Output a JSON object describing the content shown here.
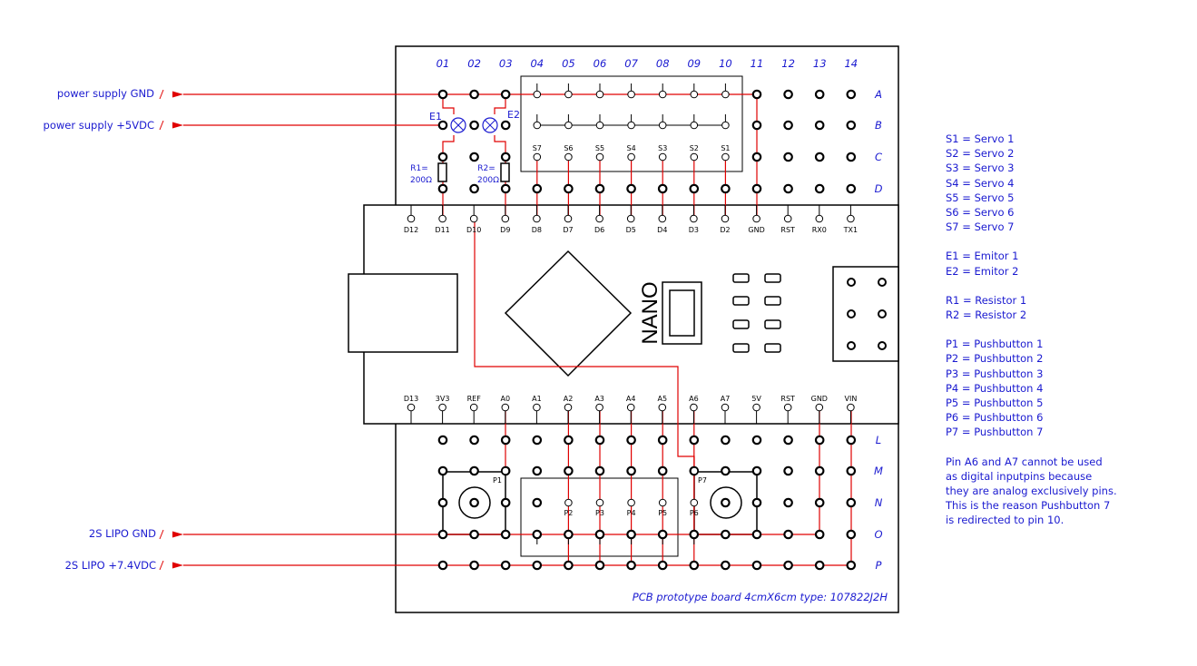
{
  "columns": [
    "01",
    "02",
    "03",
    "04",
    "05",
    "06",
    "07",
    "08",
    "09",
    "10",
    "11",
    "12",
    "13",
    "14"
  ],
  "rows": [
    "A",
    "B",
    "C",
    "D",
    "L",
    "M",
    "N",
    "O",
    "P"
  ],
  "nano_top_pins": [
    "D12",
    "D11",
    "D10",
    "D9",
    "D8",
    "D7",
    "D6",
    "D5",
    "D4",
    "D3",
    "D2",
    "GND",
    "RST",
    "RX0",
    "TX1"
  ],
  "nano_bottom_pins": [
    "D13",
    "3V3",
    "REF",
    "A0",
    "A1",
    "A2",
    "A3",
    "A4",
    "A5",
    "A6",
    "A7",
    "5V",
    "RST",
    "GND",
    "VIN"
  ],
  "nano_label": "NANO",
  "servo_labels": [
    "S7",
    "S6",
    "S5",
    "S4",
    "S3",
    "S2",
    "S1"
  ],
  "pushbutton_labels": [
    "P2",
    "P3",
    "P4",
    "P5",
    "P6"
  ],
  "p1_label": "P1",
  "p7_label": "P7",
  "emitters": {
    "e1": "E1",
    "e2": "E2"
  },
  "resistors": {
    "r1": "R1=",
    "r2": "R2=",
    "value": "200Ω"
  },
  "power_inputs": {
    "supply_gnd": "power supply GND",
    "supply_5v": "power supply +5VDC",
    "lipo_gnd": "2S LIPO GND",
    "lipo_74v": "2S LIPO +7.4VDC"
  },
  "board_caption": "PCB prototype board 4cmX6cm type: 107822J2H",
  "legend": {
    "servos": [
      "S1 = Servo 1",
      "S2 = Servo 2",
      "S3 = Servo 3",
      "S4 = Servo 4",
      "S5 = Servo 5",
      "S6 = Servo 6",
      "S7 = Servo 7"
    ],
    "emitters": [
      "E1 = Emitor 1",
      "E2 = Emitor 2"
    ],
    "resistors": [
      "R1 = Resistor 1",
      "R2 = Resistor 2"
    ],
    "pushbuttons": [
      "P1 = Pushbutton 1",
      "P2 = Pushbutton 2",
      "P3 = Pushbutton 3",
      "P4 = Pushbutton 4",
      "P5 = Pushbutton 5",
      "P6 = Pushbutton 6",
      "P7 = Pushbutton 7"
    ],
    "note": [
      "Pin A6 and A7 cannot be used",
      "as digital inputpins because",
      "they are analog exclusively pins.",
      "This is the reason Pushbutton 7",
      "is redirected to pin 10."
    ]
  },
  "colors": {
    "wire": "#e00000",
    "label": "#1a1ad0",
    "outline": "#000000"
  }
}
